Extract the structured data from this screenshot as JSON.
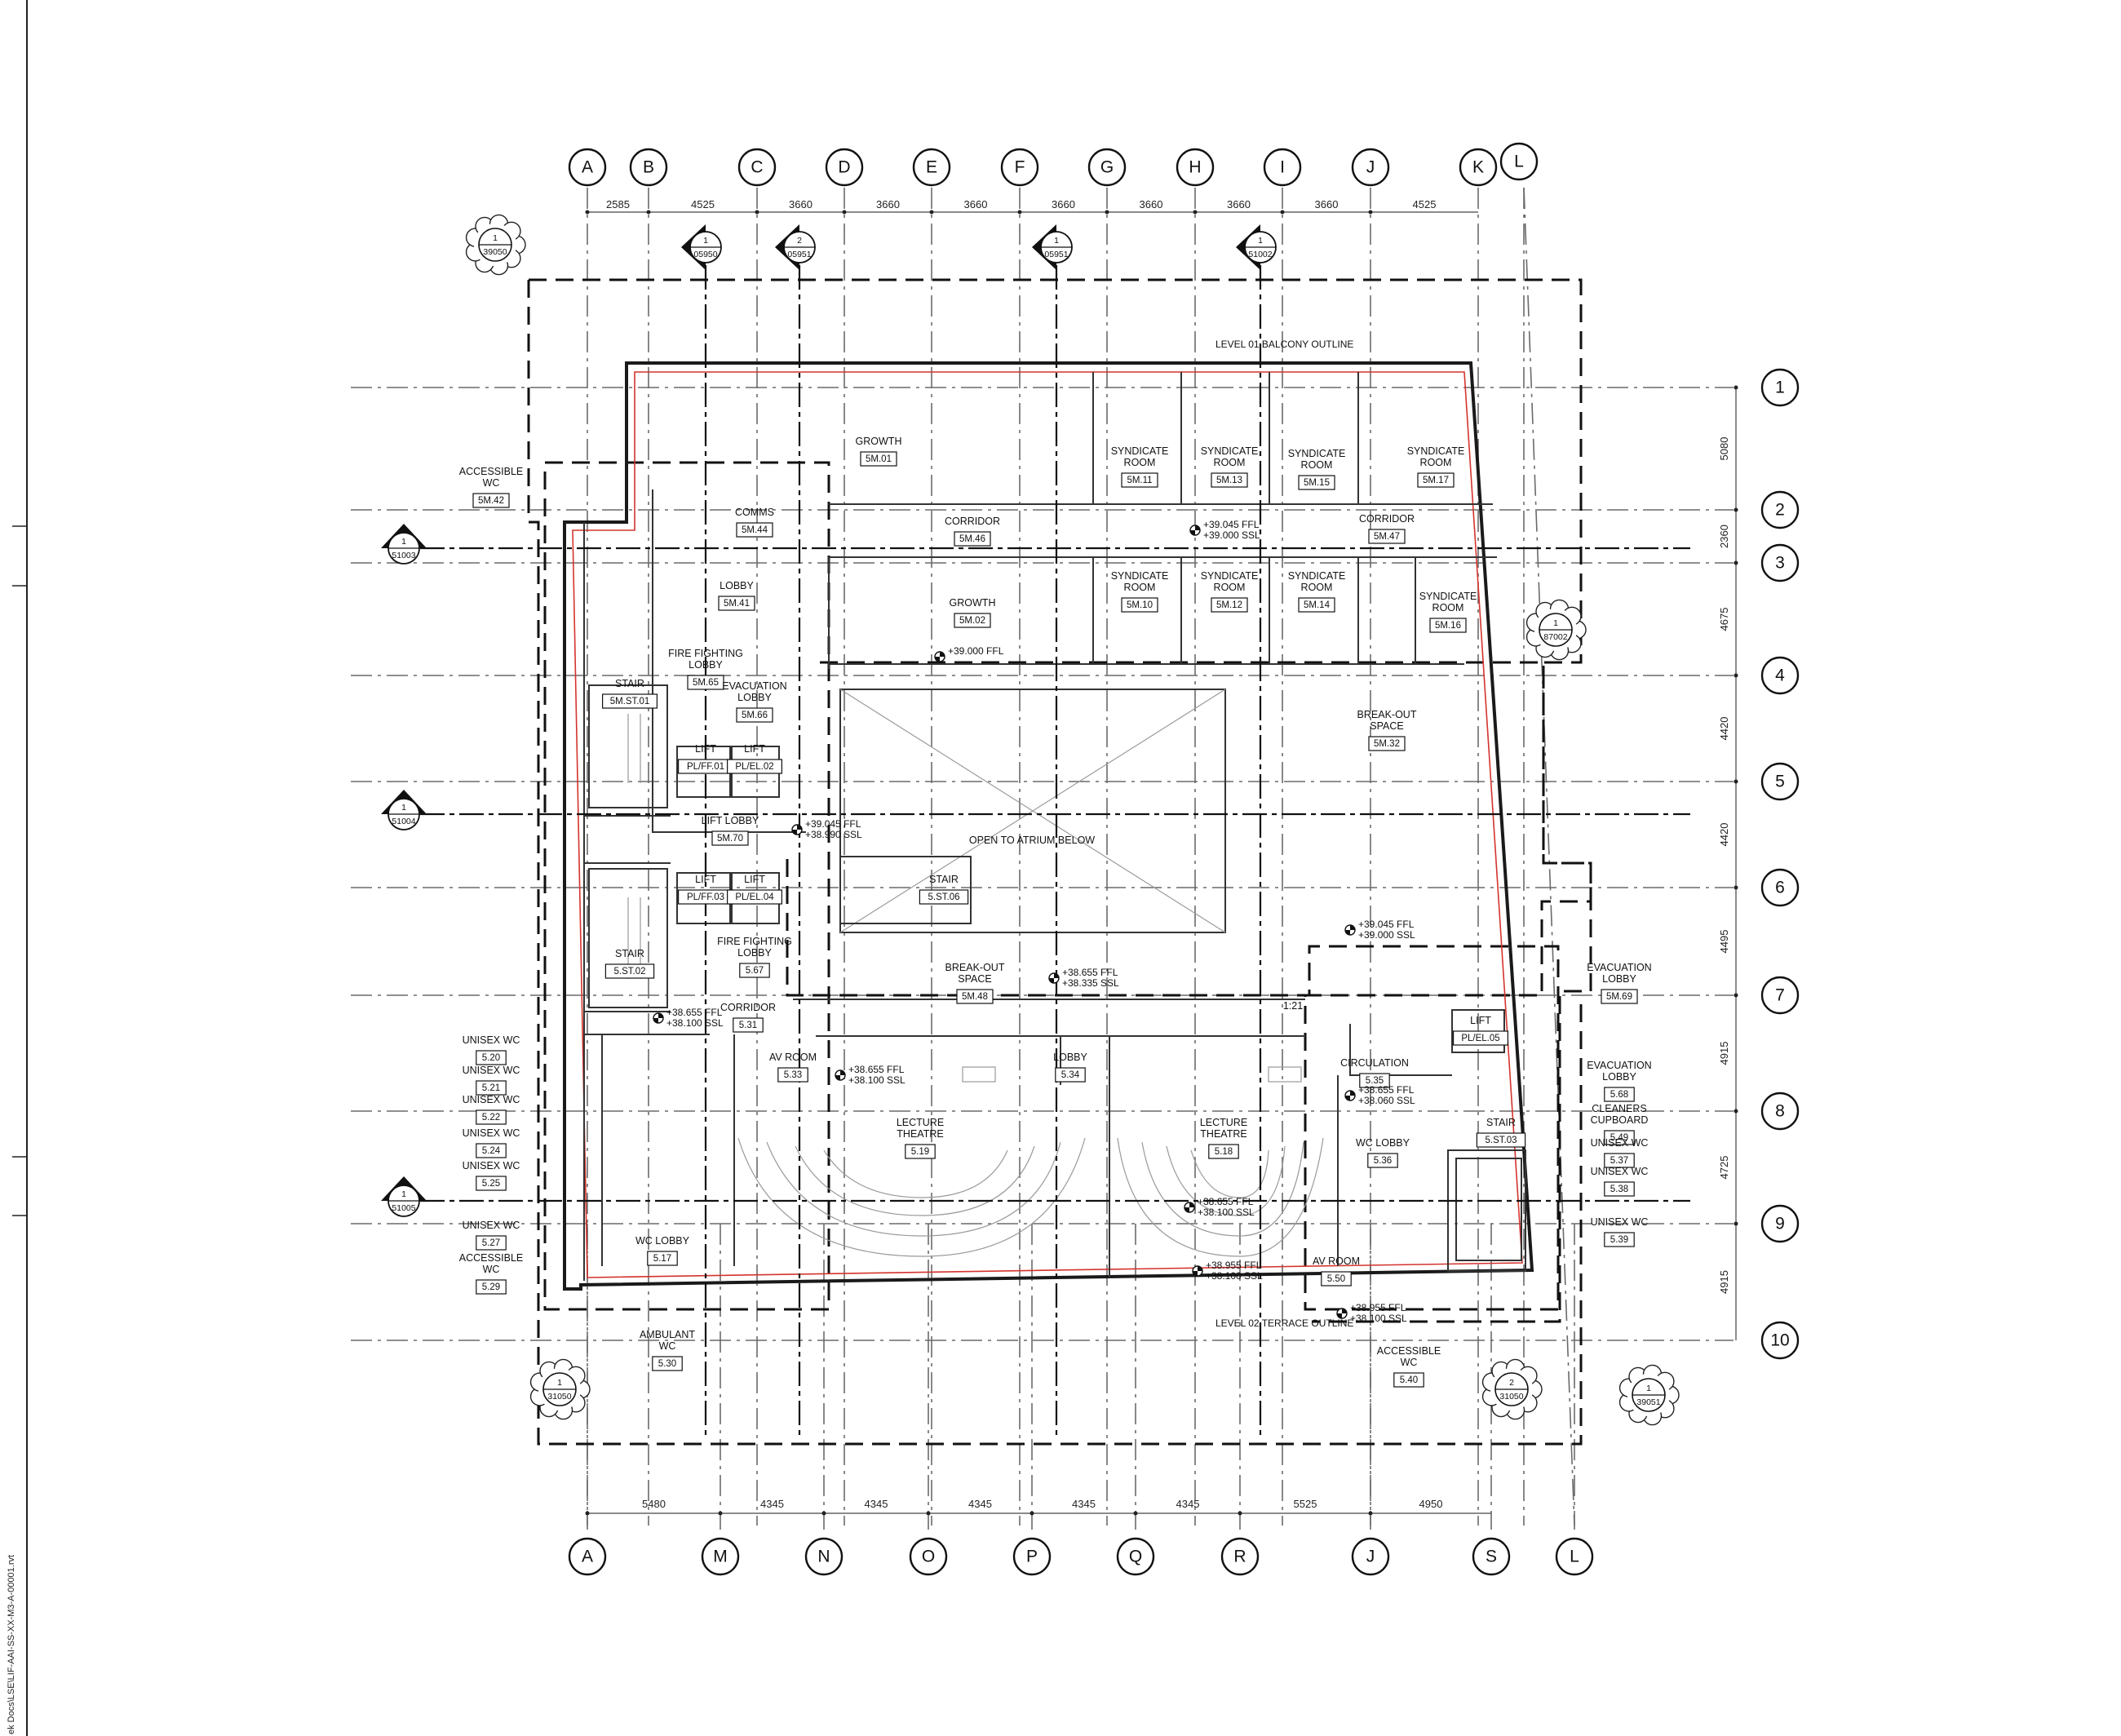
{
  "grid_top": [
    "A",
    "B",
    "C",
    "D",
    "E",
    "F",
    "G",
    "H",
    "I",
    "J",
    "K",
    "L"
  ],
  "grid_bottom": [
    "A",
    "M",
    "N",
    "O",
    "P",
    "Q",
    "R",
    "J",
    "S",
    "L"
  ],
  "grid_right": [
    "1",
    "2",
    "3",
    "4",
    "5",
    "6",
    "7",
    "8",
    "9",
    "10"
  ],
  "dims_top": [
    "2585",
    "4525",
    "3660",
    "3660",
    "3660",
    "3660",
    "3660",
    "3660",
    "3660",
    "4525"
  ],
  "dims_bottom": [
    "5480",
    "4345",
    "4345",
    "4345",
    "4345",
    "4345",
    "5525",
    "4950"
  ],
  "dims_right": [
    "5080",
    "2360",
    "4675",
    "4420",
    "4420",
    "4495",
    "4915",
    "4725",
    "4915"
  ],
  "section_marks_top": [
    {
      "n": "1",
      "sheet": "05950"
    },
    {
      "n": "2",
      "sheet": "05951"
    },
    {
      "n": "1",
      "sheet": "05951"
    },
    {
      "n": "1",
      "sheet": "51002"
    }
  ],
  "section_marks_left": [
    {
      "n": "1",
      "sheet": "51003"
    },
    {
      "n": "1",
      "sheet": "51004"
    },
    {
      "n": "1",
      "sheet": "51005"
    }
  ],
  "callouts": [
    {
      "n": "1",
      "sheet": "39050"
    },
    {
      "n": "1",
      "sheet": "87002"
    },
    {
      "n": "1",
      "sheet": "31050"
    },
    {
      "n": "2",
      "sheet": "31050"
    },
    {
      "n": "1",
      "sheet": "39051"
    }
  ],
  "outline_labels": {
    "balcony": "LEVEL 01 BALCONY OUTLINE",
    "terrace": "LEVEL 02 TERRACE OUTLINE",
    "atrium": "OPEN TO ATRIUM BELOW",
    "ramp": "1:21"
  },
  "rooms": [
    {
      "name": "GROWTH",
      "tag": "5M.01"
    },
    {
      "name": "SYNDICATE ROOM",
      "tag": "5M.11"
    },
    {
      "name": "SYNDICATE ROOM",
      "tag": "5M.13"
    },
    {
      "name": "SYNDICATE ROOM",
      "tag": "5M.15"
    },
    {
      "name": "SYNDICATE ROOM",
      "tag": "5M.17"
    },
    {
      "name": "ACCESSIBLE WC",
      "tag": "5M.42"
    },
    {
      "name": "COMMS",
      "tag": "5M.44"
    },
    {
      "name": "CORRIDOR",
      "tag": "5M.46"
    },
    {
      "name": "CORRIDOR",
      "tag": "5M.47"
    },
    {
      "name": "LOBBY",
      "tag": "5M.41"
    },
    {
      "name": "GROWTH",
      "tag": "5M.02"
    },
    {
      "name": "SYNDICATE ROOM",
      "tag": "5M.10"
    },
    {
      "name": "SYNDICATE ROOM",
      "tag": "5M.12"
    },
    {
      "name": "SYNDICATE ROOM",
      "tag": "5M.14"
    },
    {
      "name": "SYNDICATE ROOM",
      "tag": "5M.16"
    },
    {
      "name": "FIRE FIGHTING LOBBY",
      "tag": "5M.65"
    },
    {
      "name": "EVACUATION LOBBY",
      "tag": "5M.66"
    },
    {
      "name": "STAIR",
      "tag": "5M.ST.01"
    },
    {
      "name": "BREAK-OUT SPACE",
      "tag": "5M.32"
    },
    {
      "name": "LIFT",
      "tag": "PL/FF.01"
    },
    {
      "name": "LIFT",
      "tag": "PL/EL.02"
    },
    {
      "name": "LIFT LOBBY",
      "tag": "5M.70"
    },
    {
      "name": "LIFT",
      "tag": "PL/FF.03"
    },
    {
      "name": "LIFT",
      "tag": "PL/EL.04"
    },
    {
      "name": "STAIR",
      "tag": "5.ST.06"
    },
    {
      "name": "STAIR",
      "tag": "5.ST.02"
    },
    {
      "name": "FIRE FIGHTING LOBBY",
      "tag": "5.67"
    },
    {
      "name": "BREAK-OUT SPACE",
      "tag": "5M.48"
    },
    {
      "name": "EVACUATION LOBBY",
      "tag": "5M.69"
    },
    {
      "name": "CORRIDOR",
      "tag": "5.31"
    },
    {
      "name": "LIFT",
      "tag": "PL/EL.05"
    },
    {
      "name": "AV ROOM",
      "tag": "5.33"
    },
    {
      "name": "LOBBY",
      "tag": "5.34"
    },
    {
      "name": "CIRCULATION",
      "tag": "5.35"
    },
    {
      "name": "EVACUATION LOBBY",
      "tag": "5.68"
    },
    {
      "name": "LECTURE THEATRE",
      "tag": "5.19"
    },
    {
      "name": "LECTURE THEATRE",
      "tag": "5.18"
    },
    {
      "name": "CLEANERS CUPBOARD",
      "tag": "5.49"
    },
    {
      "name": "STAIR",
      "tag": "5.ST.03"
    },
    {
      "name": "WC LOBBY",
      "tag": "5.36"
    },
    {
      "name": "UNISEX WC",
      "tag": "5.37"
    },
    {
      "name": "UNISEX WC",
      "tag": "5.38"
    },
    {
      "name": "UNISEX WC",
      "tag": "5.39"
    },
    {
      "name": "UNISEX WC",
      "tag": "5.20"
    },
    {
      "name": "UNISEX WC",
      "tag": "5.21"
    },
    {
      "name": "UNISEX WC",
      "tag": "5.22"
    },
    {
      "name": "UNISEX WC",
      "tag": "5.24"
    },
    {
      "name": "UNISEX WC",
      "tag": "5.25"
    },
    {
      "name": "UNISEX WC",
      "tag": "5.27"
    },
    {
      "name": "ACCESSIBLE WC",
      "tag": "5.29"
    },
    {
      "name": "WC LOBBY",
      "tag": "5.17"
    },
    {
      "name": "AMBULANT WC",
      "tag": "5.30"
    },
    {
      "name": "AV ROOM",
      "tag": "5.50"
    },
    {
      "name": "ACCESSIBLE WC",
      "tag": "5.40"
    }
  ],
  "levels": [
    {
      "ffl": "+39.045 FFL",
      "ssl": "+39.000 SSL"
    },
    {
      "ffl": "+39.000 FFL",
      "ssl": ""
    },
    {
      "ffl": "+39.045 FFL",
      "ssl": "+38.990 SSL"
    },
    {
      "ffl": "+39.045 FFL",
      "ssl": "+39.000 SSL"
    },
    {
      "ffl": "+38.655 FFL",
      "ssl": "+38.335 SSL"
    },
    {
      "ffl": "+38.655 FFL",
      "ssl": "+38.100 SSL"
    },
    {
      "ffl": "+38.655 FFL",
      "ssl": "+38.100 SSL"
    },
    {
      "ffl": "+38.655 FFL",
      "ssl": "+38.060 SSL"
    },
    {
      "ffl": "+38.655 FFL",
      "ssl": "+38.100 SSL"
    },
    {
      "ffl": "+38.955 FFL",
      "ssl": "+38.100 SSL"
    },
    {
      "ffl": "+38.955 FFL",
      "ssl": "+38.100 SSL"
    }
  ],
  "side_text": "ek Docs\\LSE\\LIF-AAI-SS-XX-M3-A-00001.rvt"
}
